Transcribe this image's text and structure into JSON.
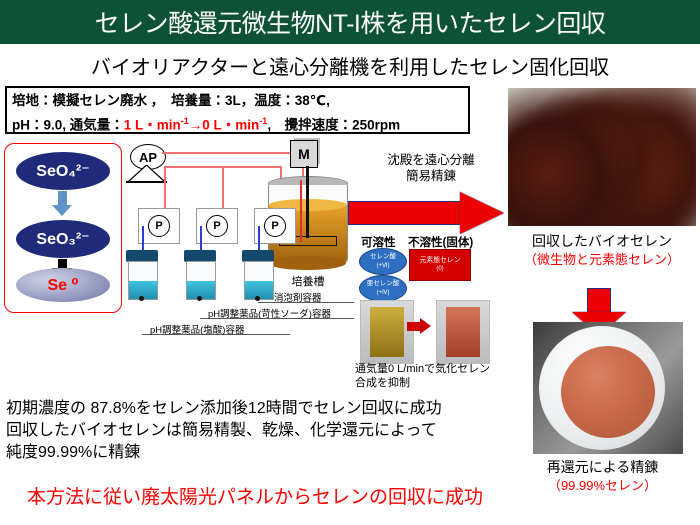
{
  "header": {
    "title": "セレン酸還元微生物NT-I株を用いたセレン回収",
    "subtitle": "バイオリアクターと遠心分離機を利用したセレン固化回収",
    "bar_color": "#0d5237"
  },
  "conditions": {
    "line1_a": "培地：模擬セレン廃水 ，　培養量：3L，温度：38℃,",
    "line2_a": "pH：9.0, 通気量：",
    "line2_red": "1 L・min",
    "line2_red_sup1": "-1",
    "line2_red_arrow": "→0 L・min",
    "line2_red_sup2": "-1",
    "line2_b": ",　攪拌速度：250rpm"
  },
  "pathway": {
    "step1": "SeO₄²⁻",
    "step2": "SeO₃²⁻",
    "step3": "Se ⁰",
    "border_color": "#ff0000",
    "oval_color": "#1f2a7a"
  },
  "schema": {
    "air_pump": "AP",
    "motor": "M",
    "pump1": "P",
    "pump2": "P",
    "pump3": "P",
    "tank_caption": "培養槽",
    "vessel_labels": [
      "消泡剤容器",
      "pH調整薬品(苛性ソーダ)容器",
      "pH調整薬品(塩酸)容器"
    ]
  },
  "centrifuge": {
    "note_line1": "沈殿を遠心分離",
    "note_line2": "簡易精錬",
    "arrow_color": "#ee0000"
  },
  "species": {
    "soluble_header": "可溶性",
    "insoluble_header": "不溶性(固体)",
    "soluble_items": [
      {
        "name": "セレン酸",
        "state": "(+Ⅵ)"
      },
      {
        "name": "亜セレン酸",
        "state": "(+Ⅳ)"
      }
    ],
    "insoluble_item": {
      "name": "元素態セレン",
      "state": "(0)"
    },
    "note_line1": "通気量0 L/minで気化セレン",
    "note_line2": "合成を抑制"
  },
  "photos": {
    "top_caption_line1": "回収したバイオセレン",
    "top_caption_line2": "（微生物と元素態セレン）",
    "bottom_caption_line1": "再還元による精錬",
    "bottom_caption_line2": "（99.99%セレン）"
  },
  "summary": {
    "line1": "初期濃度の 87.8%をセレン添加後12時間でセレン回収に成功",
    "line2": "回収したバイオセレンは簡易精製、乾燥、化学還元によって",
    "line3": "純度99.99%に精錬"
  },
  "conclusion": {
    "text": "本方法に従い廃太陽光パネルからセレンの回収に成功",
    "color": "#ff0000"
  }
}
